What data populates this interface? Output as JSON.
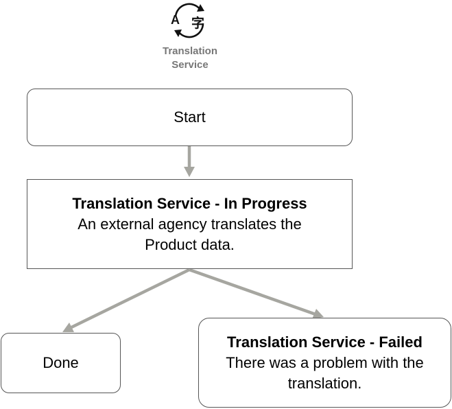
{
  "service": {
    "icon": "translate-icon",
    "icon_glyphs": {
      "latin": "A",
      "cjk": "字"
    },
    "caption": "Translation Service"
  },
  "nodes": {
    "start": {
      "label": "Start"
    },
    "in_progress": {
      "title": "Translation Service - In Progress",
      "description": "An external agency translates the Product data."
    },
    "done": {
      "label": "Done"
    },
    "failed": {
      "title": "Translation Service - Failed",
      "description": "There was a problem with the translation."
    }
  },
  "colors": {
    "connector": "#a6a6a0",
    "node_border": "#555555",
    "caption": "#777777"
  }
}
